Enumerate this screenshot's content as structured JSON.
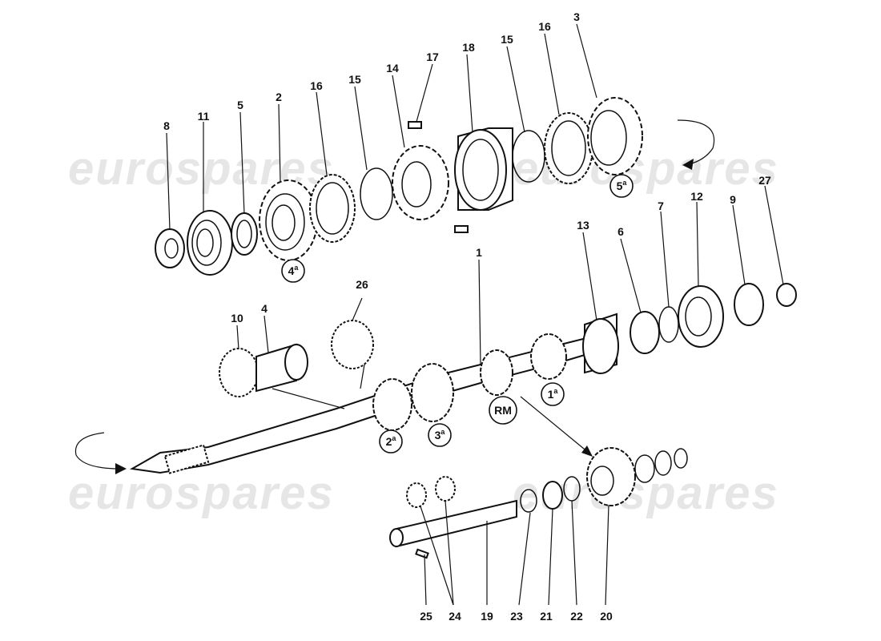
{
  "watermark": {
    "brand": "eurospares"
  },
  "part_numbers": [
    {
      "id": "p8",
      "text": "8"
    },
    {
      "id": "p11",
      "text": "11"
    },
    {
      "id": "p5a",
      "text": "5"
    },
    {
      "id": "p2",
      "text": "2"
    },
    {
      "id": "p16a",
      "text": "16"
    },
    {
      "id": "p15a",
      "text": "15"
    },
    {
      "id": "p14",
      "text": "14"
    },
    {
      "id": "p17",
      "text": "17"
    },
    {
      "id": "p18",
      "text": "18"
    },
    {
      "id": "p15b",
      "text": "15"
    },
    {
      "id": "p16b",
      "text": "16"
    },
    {
      "id": "p3",
      "text": "3"
    },
    {
      "id": "p1",
      "text": "1"
    },
    {
      "id": "p13",
      "text": "13"
    },
    {
      "id": "p6",
      "text": "6"
    },
    {
      "id": "p7",
      "text": "7"
    },
    {
      "id": "p12",
      "text": "12"
    },
    {
      "id": "p9",
      "text": "9"
    },
    {
      "id": "p27",
      "text": "27"
    },
    {
      "id": "p26",
      "text": "26"
    },
    {
      "id": "p10",
      "text": "10"
    },
    {
      "id": "p4",
      "text": "4"
    },
    {
      "id": "p25",
      "text": "25"
    },
    {
      "id": "p24",
      "text": "24"
    },
    {
      "id": "p19",
      "text": "19"
    },
    {
      "id": "p23",
      "text": "23"
    },
    {
      "id": "p21",
      "text": "21"
    },
    {
      "id": "p22",
      "text": "22"
    },
    {
      "id": "p20",
      "text": "20"
    }
  ],
  "gear_badges": [
    {
      "id": "g4",
      "main": "4",
      "sup": "a"
    },
    {
      "id": "g5",
      "main": "5",
      "sup": "a"
    },
    {
      "id": "g1",
      "main": "1",
      "sup": "a"
    },
    {
      "id": "g2",
      "main": "2",
      "sup": "a"
    },
    {
      "id": "g3",
      "main": "3",
      "sup": "a"
    },
    {
      "id": "grm",
      "main": "RM",
      "sup": ""
    }
  ]
}
